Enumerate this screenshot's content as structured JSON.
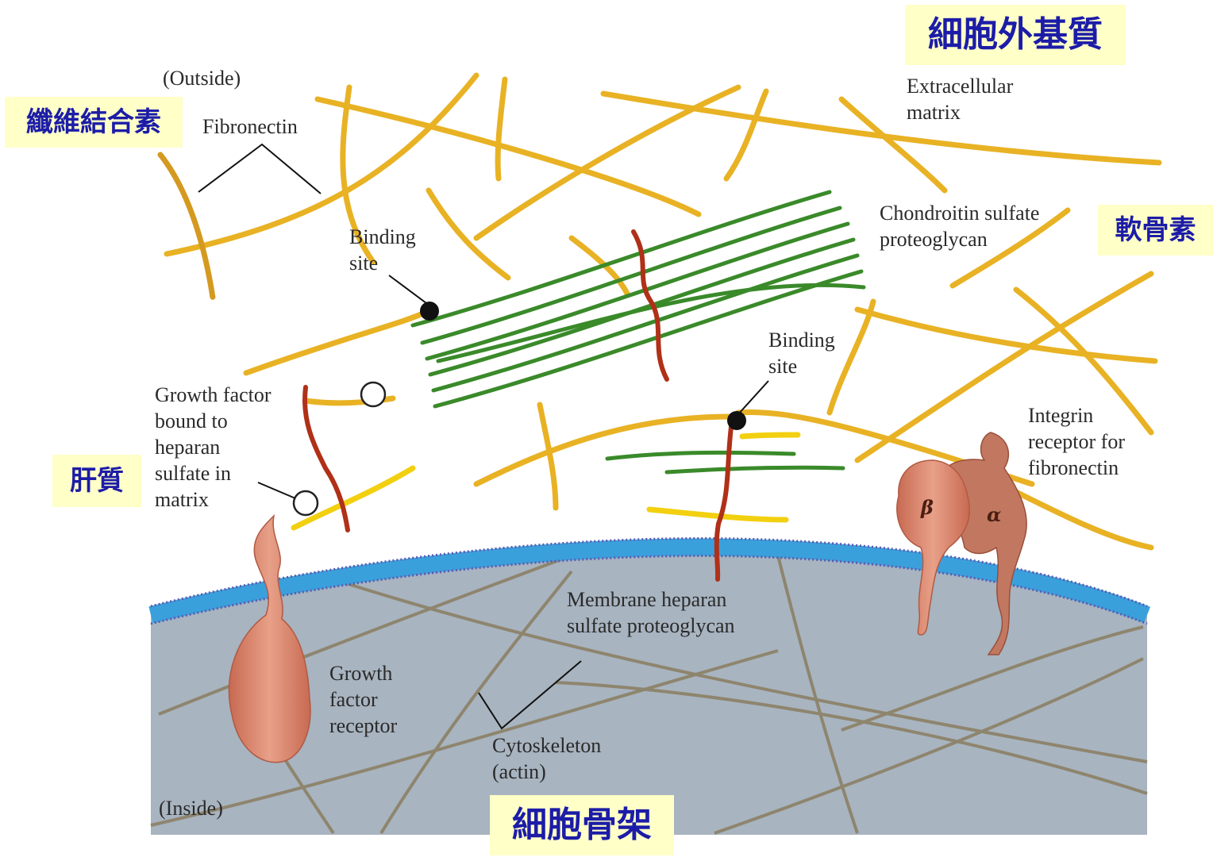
{
  "labels": {
    "outside": "(Outside)",
    "inside": "(Inside)",
    "fibronectin": "Fibronectin",
    "extracellular_matrix": "Extracellular\nmatrix",
    "chondroitin": "Chondroitin sulfate\nproteoglycan",
    "binding_site_1": "Binding\nsite",
    "binding_site_2": "Binding\nsite",
    "growth_factor_bound": "Growth factor\nbound to\nheparan\nsulfate in\nmatrix",
    "integrin": "Integrin\nreceptor for\nfibronectin",
    "membrane_heparan": "Membrane heparan\nsulfate proteoglycan",
    "growth_factor_receptor": "Growth\nfactor\nreceptor",
    "cytoskeleton": "Cytoskeleton\n(actin)",
    "beta": "β",
    "alpha": "α"
  },
  "chinese": {
    "ecm": "細胞外基質",
    "fibronectin": "纖維結合素",
    "chondroitin": "軟骨素",
    "heparin": "肝質",
    "cytoskeleton": "細胞骨架"
  },
  "colors": {
    "fibronectin_fiber": "#e8b224",
    "chondroitin_fiber": "#3a8a2a",
    "core_protein": "#b03018",
    "membrane": "#3aa0dc",
    "cytoplasm": "#a8b4c0",
    "protein": "#d88a72",
    "highlight_bg": "#ffffc8",
    "highlight_text": "#1c1ca8"
  }
}
